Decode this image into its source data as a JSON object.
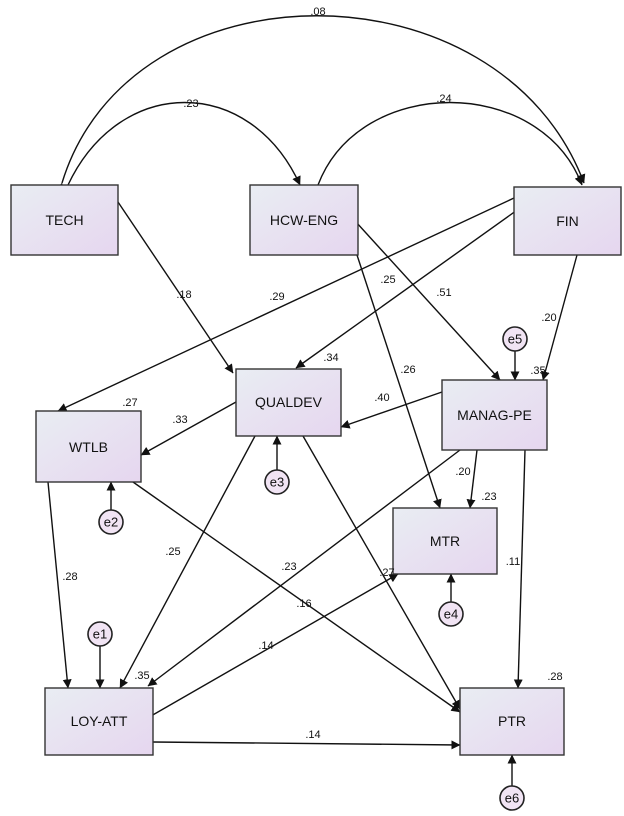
{
  "nodes": [
    {
      "id": "tech",
      "label": "TECH"
    },
    {
      "id": "hcw",
      "label": "HCW-ENG"
    },
    {
      "id": "fin",
      "label": "FIN"
    },
    {
      "id": "qualdev",
      "label": "QUALDEV",
      "r2": ".34"
    },
    {
      "id": "managpe",
      "label": "MANAG-PE",
      "r2": ".35"
    },
    {
      "id": "wtlb",
      "label": "WTLB",
      "r2": ".27"
    },
    {
      "id": "mtr",
      "label": "MTR",
      "r2": ".23"
    },
    {
      "id": "loyatt",
      "label": "LOY-ATT",
      "r2": ".35"
    },
    {
      "id": "ptr",
      "label": "PTR",
      "r2": ".28"
    }
  ],
  "errors": [
    {
      "id": "e1",
      "label": "e1",
      "target": "loyatt"
    },
    {
      "id": "e2",
      "label": "e2",
      "target": "wtlb"
    },
    {
      "id": "e3",
      "label": "e3",
      "target": "qualdev"
    },
    {
      "id": "e4",
      "label": "e4",
      "target": "mtr"
    },
    {
      "id": "e5",
      "label": "e5",
      "target": "managpe"
    },
    {
      "id": "e6",
      "label": "e6",
      "target": "ptr"
    }
  ],
  "covariances": [
    {
      "from": "tech",
      "to": "fin",
      "label": ".08"
    },
    {
      "from": "tech",
      "to": "hcw",
      "label": ".23"
    },
    {
      "from": "hcw",
      "to": "fin",
      "label": ".24"
    }
  ],
  "paths": [
    {
      "from": "tech",
      "to": "qualdev",
      "label": ".18"
    },
    {
      "from": "fin",
      "to": "wtlb",
      "label": ".29"
    },
    {
      "from": "fin",
      "to": "qualdev",
      "label": ".25"
    },
    {
      "from": "fin",
      "to": "managpe",
      "label": ".20"
    },
    {
      "from": "hcw",
      "to": "managpe",
      "label": ".51"
    },
    {
      "from": "hcw",
      "to": "mtr",
      "label": ".26"
    },
    {
      "from": "managpe",
      "to": "qualdev",
      "label": ".40"
    },
    {
      "from": "qualdev",
      "to": "wtlb",
      "label": ".33"
    },
    {
      "from": "managpe",
      "to": "mtr",
      "label": ".20"
    },
    {
      "from": "managpe",
      "to": "loyatt",
      "label": ".23"
    },
    {
      "from": "managpe",
      "to": "ptr",
      "label": ".11"
    },
    {
      "from": "qualdev",
      "to": "loyatt",
      "label": ".25"
    },
    {
      "from": "qualdev",
      "to": "ptr",
      "label": ".27"
    },
    {
      "from": "wtlb",
      "to": "loyatt",
      "label": ".28"
    },
    {
      "from": "wtlb",
      "to": "ptr",
      "label": ".16"
    },
    {
      "from": "loyatt",
      "to": "mtr",
      "label": ".14"
    },
    {
      "from": "loyatt",
      "to": "ptr",
      "label": ".14"
    }
  ]
}
